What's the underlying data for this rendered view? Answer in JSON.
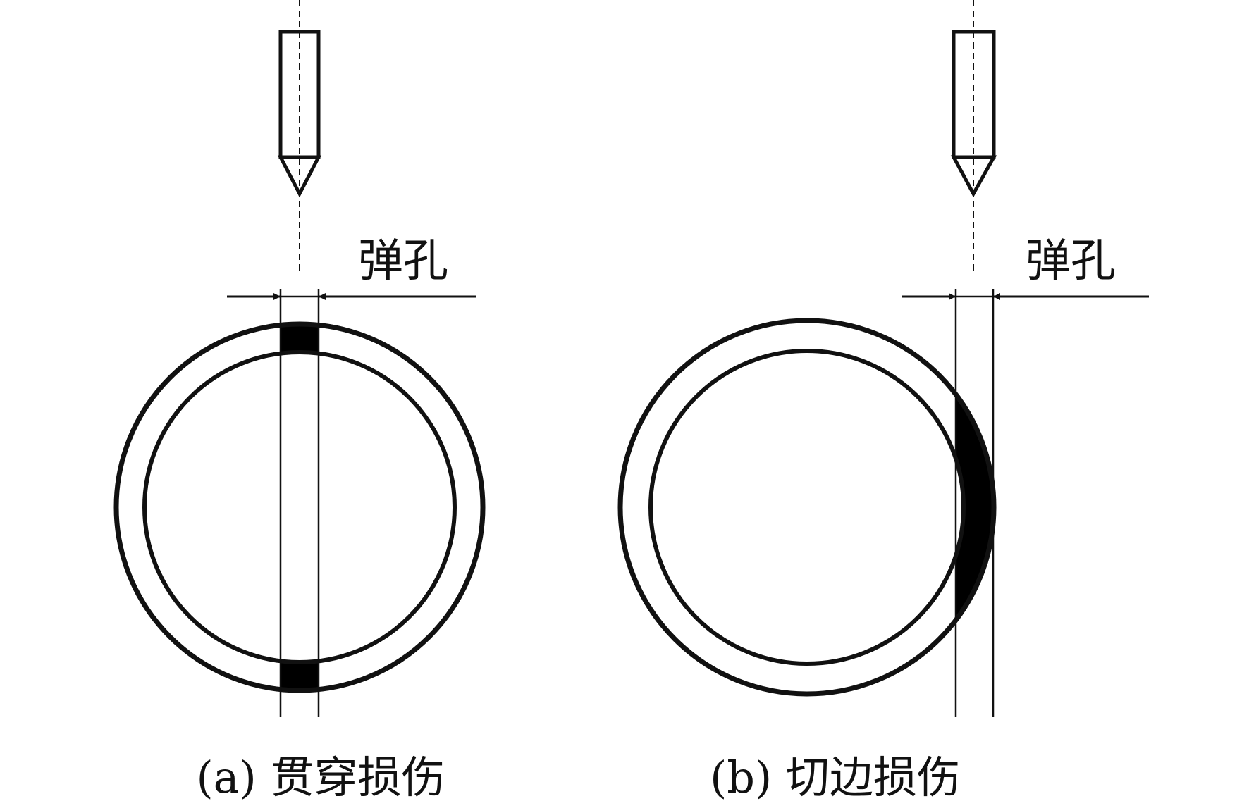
{
  "colors": {
    "line": "#111111",
    "fill": "#000000",
    "background": "#ffffff"
  },
  "panels": [
    {
      "id": "a",
      "hole_label": "弹孔",
      "caption": "(a) 贯穿损伤"
    },
    {
      "id": "b",
      "hole_label": "弹孔",
      "caption": "(b) 切边损伤"
    }
  ]
}
